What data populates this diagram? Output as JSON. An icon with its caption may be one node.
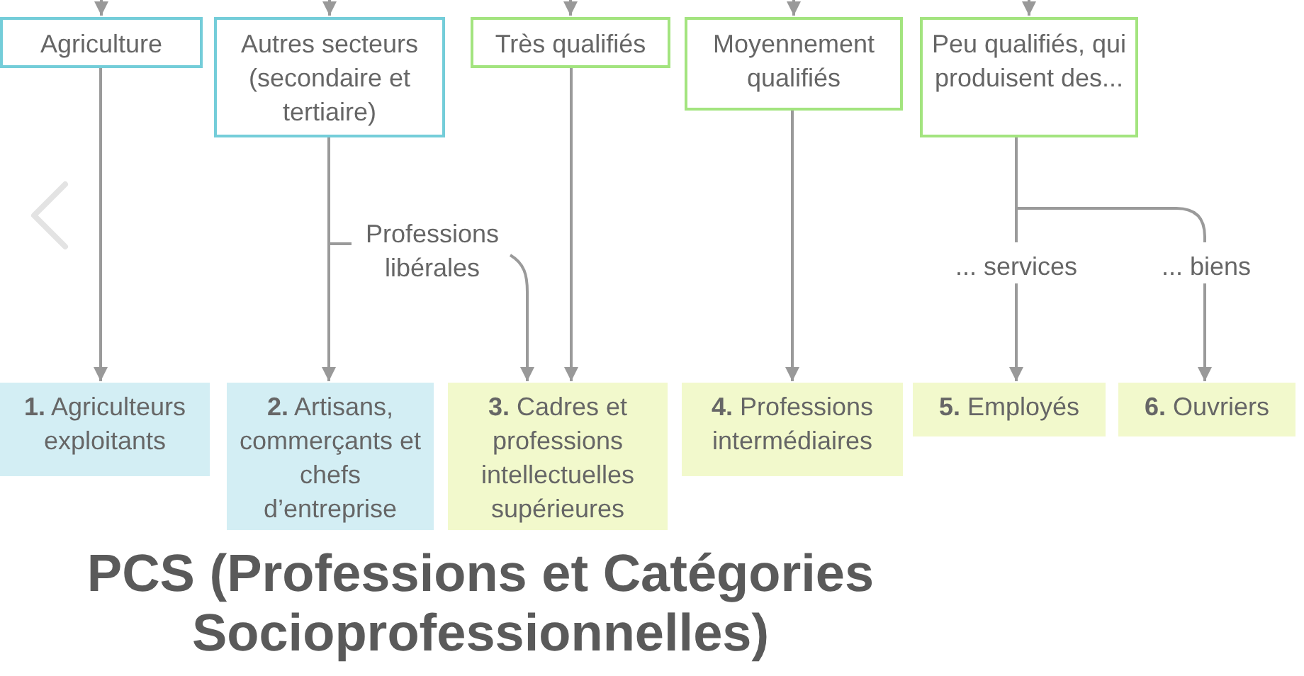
{
  "diagram": {
    "title": "PCS (Professions et Catégories Socioprofessionnelles)",
    "nodes": [
      {
        "text": [
          "Agriculture"
        ]
      },
      {
        "text": [
          "Autres secteurs (secondaire et tertiaire)"
        ]
      },
      {
        "text": [
          "Très qualifiés"
        ]
      },
      {
        "text": [
          "Moyennement qualifiés"
        ]
      },
      {
        "text": [
          "Peu qualifiés, qui produisent des..."
        ]
      },
      {
        "text": [
          "Professions libérales"
        ]
      },
      {
        "text": [
          "... services"
        ]
      },
      {
        "text": [
          "... biens"
        ]
      },
      {
        "text": [
          "**1.** Agriculteurs exploitants"
        ]
      },
      {
        "text": [
          "**2.** Artisans, commerçants et chefs d’entreprise"
        ]
      },
      {
        "text": [
          "**3.** Cadres et professions intellectuelles supérieures"
        ]
      },
      {
        "text": [
          "**4.** Professions intermédiaires"
        ]
      },
      {
        "text": [
          "**5.** Employés"
        ]
      },
      {
        "text": [
          "**6.** Ouvriers"
        ]
      }
    ],
    "edges": [
      {
        "from": null,
        "to": 0,
        "arrow": "to"
      },
      {
        "from": null,
        "to": 1,
        "arrow": "to"
      },
      {
        "from": null,
        "to": 2,
        "arrow": "to"
      },
      {
        "from": null,
        "to": 3,
        "arrow": "to"
      },
      {
        "from": null,
        "to": 4,
        "arrow": "to"
      },
      {
        "from": 0,
        "to": 8,
        "arrow": "to"
      },
      {
        "from": 1,
        "to": 9,
        "arrow": "to"
      },
      {
        "from": 1,
        "to": 5,
        "arrow": "none"
      },
      {
        "from": 5,
        "to": 10,
        "arrow": "to"
      },
      {
        "from": 2,
        "to": 10,
        "arrow": "to"
      },
      {
        "from": 3,
        "to": 11,
        "arrow": "to"
      },
      {
        "from": 4,
        "to": 6,
        "arrow": "none"
      },
      {
        "from": 4,
        "to": 7,
        "arrow": "none"
      },
      {
        "from": 6,
        "to": 12,
        "arrow": "to"
      },
      {
        "from": 7,
        "to": 13,
        "arrow": "to"
      }
    ]
  }
}
